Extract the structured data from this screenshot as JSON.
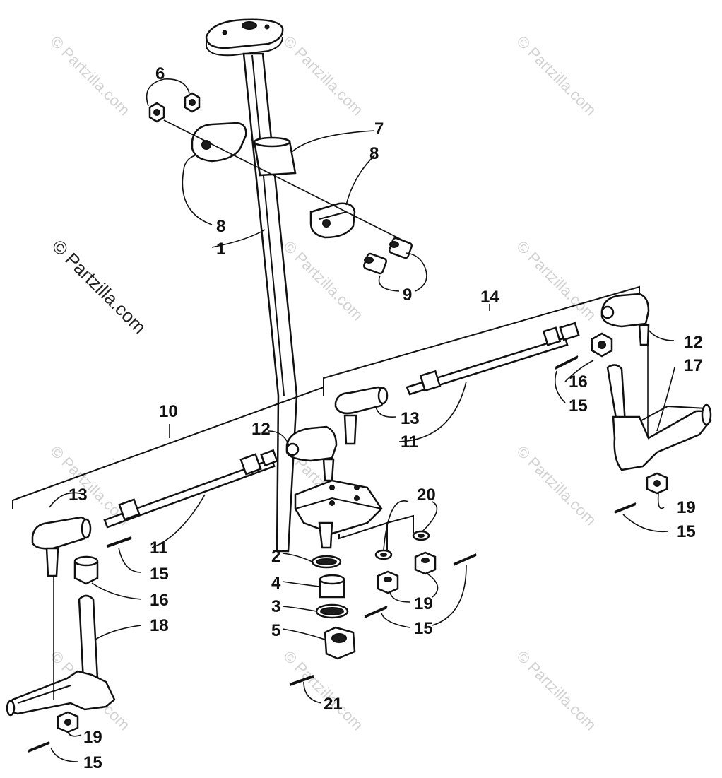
{
  "watermark": {
    "small": "© Partzilla.com",
    "large": "© Partzilla.com"
  },
  "callouts": {
    "c1": "1",
    "c2": "2",
    "c3": "3",
    "c4": "4",
    "c5": "5",
    "c6": "6",
    "c7": "7",
    "c8a": "8",
    "c8b": "8",
    "c9": "9",
    "c10": "10",
    "c11a": "11",
    "c11b": "11",
    "c12a": "12",
    "c12b": "12",
    "c13a": "13",
    "c13b": "13",
    "c14": "14",
    "c15a": "15",
    "c15b": "15",
    "c15c": "15",
    "c15d": "15",
    "c15e": "15",
    "c16a": "16",
    "c16b": "16",
    "c17": "17",
    "c18": "18",
    "c19a": "19",
    "c19b": "19",
    "c19c": "19",
    "c20": "20",
    "c21": "21"
  }
}
